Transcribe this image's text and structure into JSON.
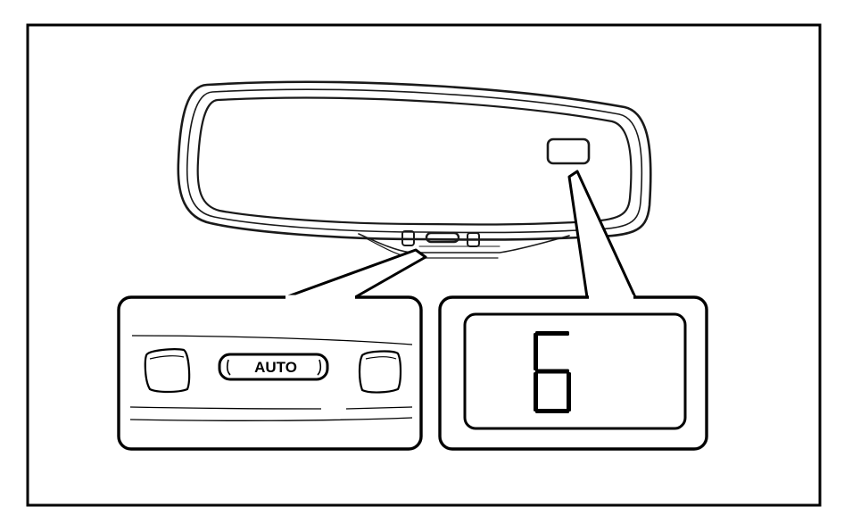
{
  "diagram": {
    "button_label": "AUTO",
    "display_digit": "6",
    "colors": {
      "line": "#1a1a1a",
      "display_border": "#000000",
      "background": "#ffffff"
    },
    "icons": [
      "rearview-mirror-icon",
      "left-button-icon",
      "auto-button-icon",
      "right-button-icon",
      "seven-segment-digit"
    ]
  }
}
